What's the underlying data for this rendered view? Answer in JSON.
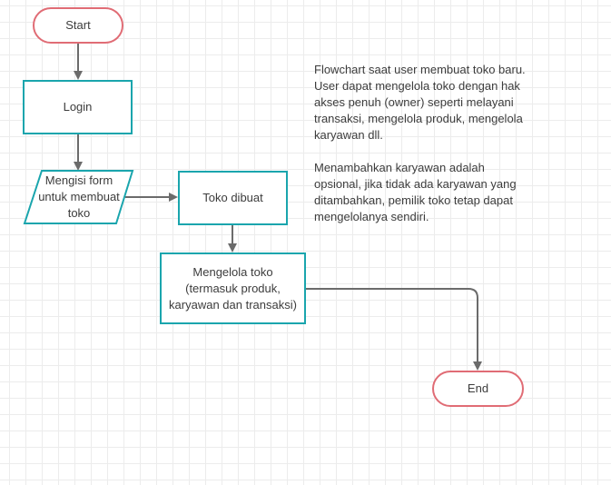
{
  "flowchart": {
    "nodes": {
      "start": "Start",
      "login": "Login",
      "fill_form": "Mengisi form untuk membuat toko",
      "store_created": "Toko dibuat",
      "manage_store": "Mengelola toko (termasuk produk, karyawan dan transaksi)",
      "end": "End"
    },
    "note": {
      "paragraph_1": "Flowchart saat user membuat toko baru. User dapat mengelola toko dengan hak akses penuh (owner) seperti melayani transaksi, mengelola produk, mengelola karyawan dll.",
      "paragraph_2": "Menambahkan karyawan adalah opsional, jika tidak ada karyawan yang ditambahkan, pemilik toko tetap dapat mengelolanya sendiri."
    },
    "colors": {
      "terminal_border": "#e06c75",
      "process_border": "#1aa5ad",
      "connector": "#6b6b6b",
      "grid": "#ececec"
    }
  }
}
